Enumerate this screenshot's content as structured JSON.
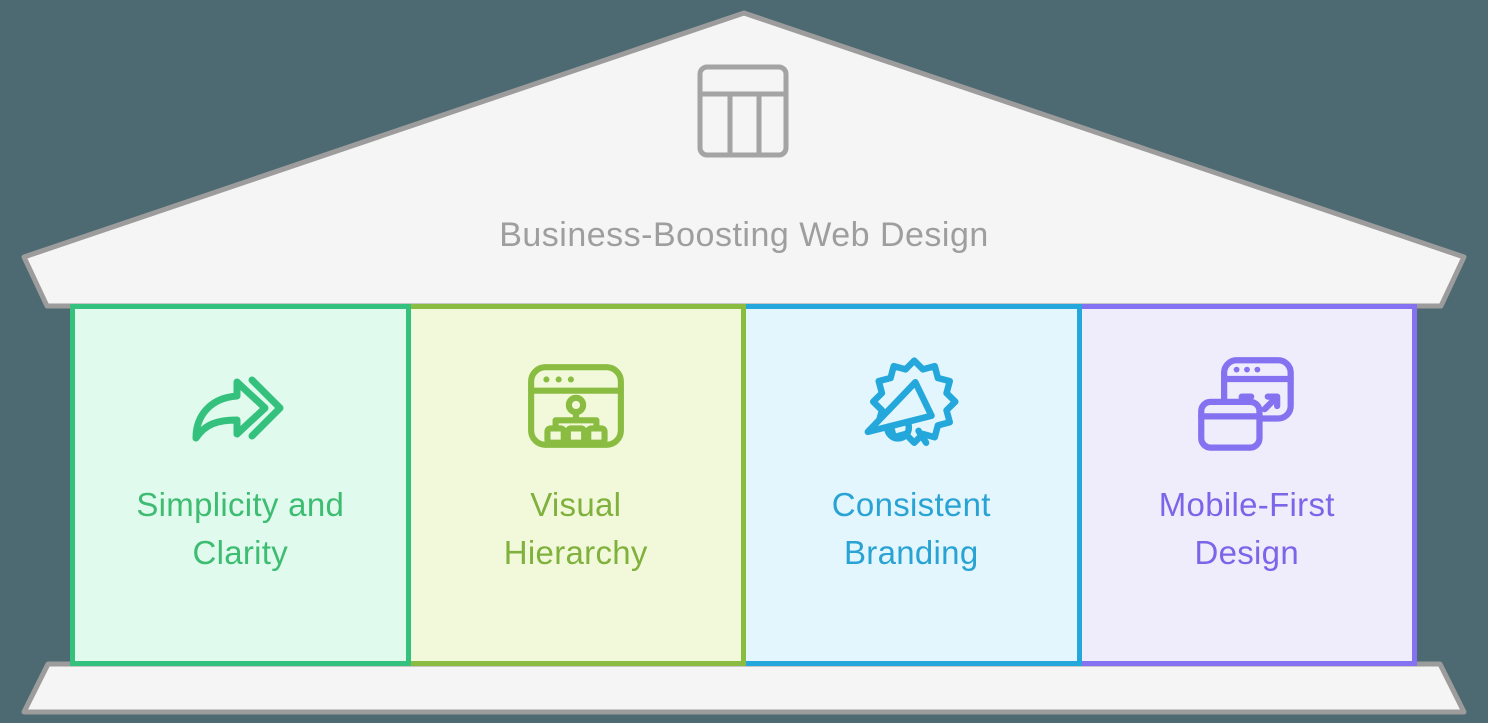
{
  "background_color": "#4d6972",
  "house": {
    "panel_fill": "#f5f5f5",
    "panel_stroke": "#9c9c9c"
  },
  "roof": {
    "title": "Business-Boosting Web Design",
    "title_color": "#9e9e9e",
    "icon": "window-layout-icon",
    "icon_color": "#a4a4a4"
  },
  "pillars": [
    {
      "line1": "Simplicity and",
      "line2": "Clarity",
      "icon": "forward-arrow-icon",
      "accent": "#34c17d",
      "text_color": "#3dbc72",
      "fill": "#e0fbed"
    },
    {
      "line1": "Visual",
      "line2": "Hierarchy",
      "icon": "sitemap-browser-icon",
      "accent": "#8abc42",
      "text_color": "#80b13c",
      "fill": "#f2f9da"
    },
    {
      "line1": "Consistent",
      "line2": "Branding",
      "icon": "megaphone-badge-icon",
      "accent": "#24a8db",
      "text_color": "#29a3d3",
      "fill": "#e3f6fd"
    },
    {
      "line1": "Mobile-First",
      "line2": "Design",
      "icon": "responsive-layout-icon",
      "accent": "#8472f0",
      "text_color": "#7d65e9",
      "fill": "#efedfc"
    }
  ]
}
